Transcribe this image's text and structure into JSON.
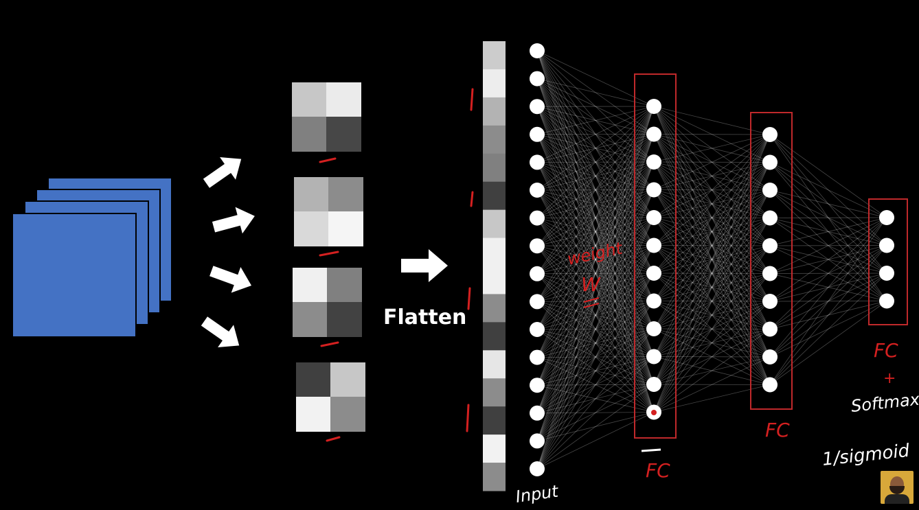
{
  "labels": {
    "flatten": "Flatten",
    "weight": "weight",
    "w": "W",
    "input": "Input",
    "fc1": "FC",
    "fc2": "FC",
    "fc3": "FC",
    "plus": "+",
    "softmax": "Softmax",
    "sigmoid": "1/sigmoid"
  },
  "pooled_maps": [
    [
      0.78,
      0.92,
      0.5,
      0.28
    ],
    [
      0.7,
      0.55,
      0.85,
      0.96
    ],
    [
      0.94,
      0.5,
      0.55,
      0.26
    ],
    [
      0.25,
      0.78,
      0.95,
      0.55
    ]
  ],
  "flatten_cells": [
    0.8,
    0.93,
    0.7,
    0.55,
    0.5,
    0.25,
    0.78,
    0.94,
    0.94,
    0.55,
    0.25,
    0.9,
    0.55,
    0.25,
    0.95,
    0.55
  ],
  "network": {
    "input_nodes": 16,
    "fc1_nodes": 12,
    "fc2_nodes": 10,
    "output_nodes": 4
  },
  "colors": {
    "background": "#000000",
    "feature_map": "#4472c4",
    "annotation": "#d42020",
    "node": "#ffffff",
    "box": "#c0292b"
  },
  "avatar": {
    "name": "presenter-avatar"
  }
}
